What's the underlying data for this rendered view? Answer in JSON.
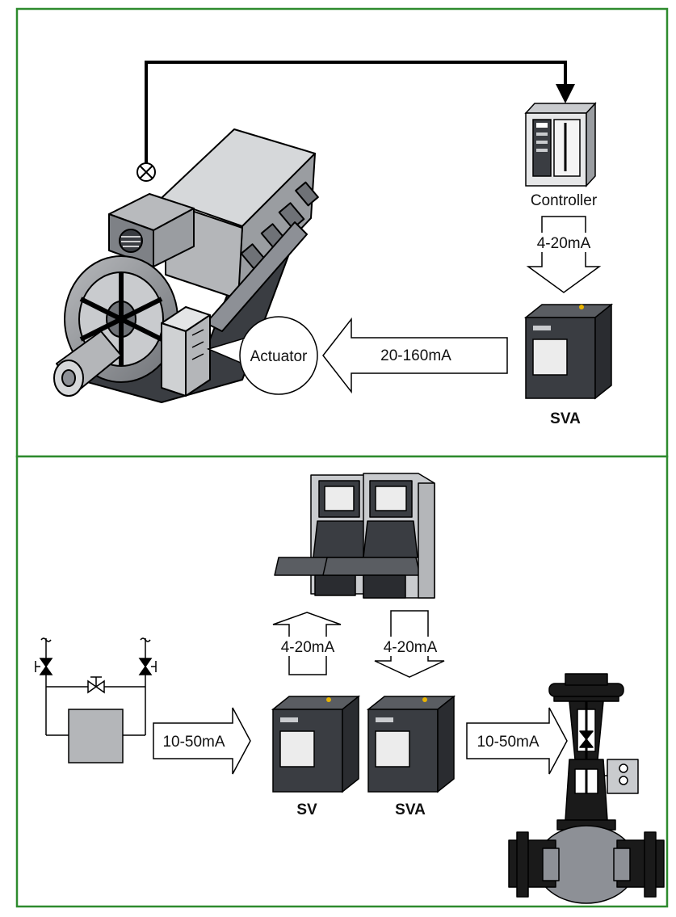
{
  "colors": {
    "border": "#2e8b2e",
    "frame_bg": "#ffffff",
    "equipment_dark": "#3a3d42",
    "equipment_mid": "#8d9096",
    "equipment_light": "#c9cbce",
    "screen": "#ececec",
    "yellow_dot": "#e8b400",
    "arrow_fill": "#ffffff",
    "line": "#000000"
  },
  "top_panel": {
    "controller_label": "Controller",
    "controller_signal": "4-20mA",
    "actuator_label": "Actuator",
    "actuator_signal": "20-160mA",
    "sva_label": "SVA",
    "icons": [
      "engine-icon",
      "sensor-lamp-icon",
      "controller-icon",
      "sva-module-icon"
    ]
  },
  "bottom_panel": {
    "dcs_up_signal": "4-20mA",
    "dcs_down_signal": "4-20mA",
    "input_signal": "10-50mA",
    "output_signal": "10-50mA",
    "sv_label": "SV",
    "sva_label": "SVA",
    "icons": [
      "dcs-console-icon",
      "flow-element-icon",
      "sv-module-icon",
      "sva-module-icon",
      "control-valve-icon"
    ]
  }
}
